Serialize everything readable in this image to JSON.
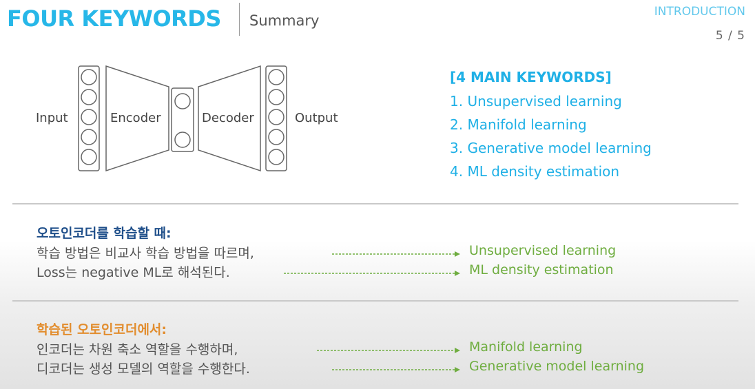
{
  "header": {
    "title": "FOUR KEYWORDS",
    "subtitle": "Summary",
    "section": "INTRODUCTION",
    "page": "5 / 5"
  },
  "diagram": {
    "input_label": "Input",
    "encoder_label": "Encoder",
    "decoder_label": "Decoder",
    "output_label": "Output"
  },
  "keywords": {
    "heading": "[4 MAIN KEYWORDS]",
    "items": [
      "1. Unsupervised learning",
      "2. Manifold learning",
      "3. Generative model learning",
      "4. ML density estimation"
    ]
  },
  "training": {
    "heading": "오토인코더를 학습할 때:",
    "lines": [
      {
        "text": "학습 방법은 비교사 학습 방법을 따르며,",
        "keyword": "Unsupervised learning"
      },
      {
        "text": "Loss는 negative ML로 해석된다.",
        "keyword": "ML density estimation"
      }
    ]
  },
  "trained": {
    "heading": "학습된 오토인코더에서:",
    "lines": [
      {
        "text": "인코더는 차원 축소 역할을 수행하며,",
        "keyword": "Manifold learning"
      },
      {
        "text": "디코더는 생성 모델의 역할을 수행한다.",
        "keyword": "Generative model learning"
      }
    ]
  },
  "colors": {
    "title_blue": "#27b7e8",
    "keyword_blue": "#1fb0e6",
    "heading_navy": "#1f4f8a",
    "heading_orange": "#e28d2e",
    "arrow_green": "#6fad40"
  }
}
